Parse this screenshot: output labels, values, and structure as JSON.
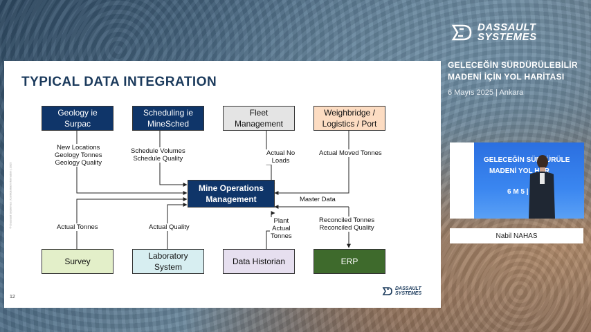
{
  "slide": {
    "title": "TYPICAL DATA INTEGRATION",
    "page_number": "12",
    "side_copyright": "© Dassault Systèmes | Confidential Information | 2025",
    "logo_text_1": "DASSAULT",
    "logo_text_2": "SYSTEMES",
    "boxes": {
      "geology_1": "Geology ie",
      "geology_2": "Surpac",
      "scheduling_1": "Scheduling ie",
      "scheduling_2": "MineSched",
      "fleet_1": "Fleet",
      "fleet_2": "Management",
      "weighbridge_1": "Weighbridge /",
      "weighbridge_2": "Logistics / Port",
      "center_1": "Mine Operations",
      "center_2": "Management",
      "survey": "Survey",
      "lab_1": "Laboratory",
      "lab_2": "System",
      "historian": "Data Historian",
      "erp": "ERP"
    },
    "labels": {
      "geology_1": "New Locations",
      "geology_2": "Geology Tonnes",
      "geology_3": "Geology Quality",
      "schedule_1": "Schedule Volumes",
      "schedule_2": "Schedule Quality",
      "fleet_1": "Actual No",
      "fleet_2": "Loads",
      "weigh": "Actual Moved Tonnes",
      "master": "Master Data",
      "survey": "Actual Tonnes",
      "lab": "Actual Quality",
      "plant_1": "Plant",
      "plant_2": "Actual",
      "plant_3": "Tonnes",
      "erp_1": "Reconciled Tonnes",
      "erp_2": "Reconciled Quality"
    }
  },
  "brand": {
    "line1": "DASSAULT",
    "line2": "SYSTEMES"
  },
  "event": {
    "title_line1": "GELECEĞİN SÜRDÜRÜLEBİLİR",
    "title_line2": "MADENİ İÇİN YOL HARİTASI",
    "date": "6 Mayıs 2025 | Ankara"
  },
  "video": {
    "line1": "GELECEĞİN SÜRDÜRÜLE",
    "line2": "MADENİ  YOL HAR",
    "line3": "6 M           5 | Ankar"
  },
  "speaker": {
    "name": "Nabil NAHAS"
  },
  "colors": {
    "title": "#1b3a5c",
    "dark_box": "#0f3569",
    "erp_box": "#3e6a2c"
  }
}
